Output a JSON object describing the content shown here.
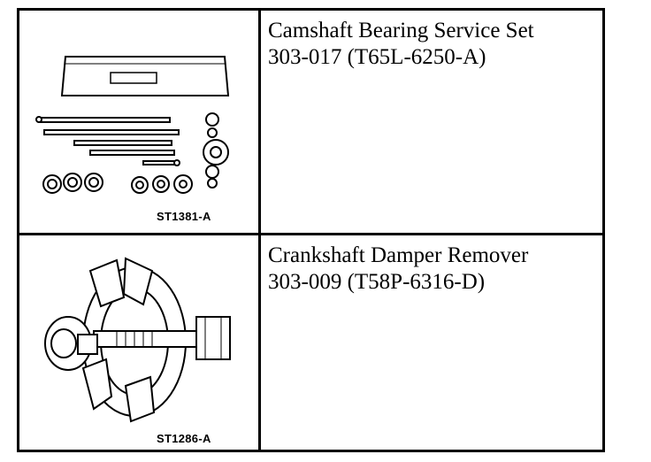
{
  "tools": [
    {
      "illustration": "camshaft-bearing-service-set-illustration",
      "code": "ST1381-A",
      "name": "Camshaft Bearing Service Set",
      "number": "303-017 (T65L-6250-A)"
    },
    {
      "illustration": "crankshaft-damper-remover-illustration",
      "code": "ST1286-A",
      "name": "Crankshaft Damper Remover",
      "number": "303-009 (T58P-6316-D)"
    }
  ]
}
